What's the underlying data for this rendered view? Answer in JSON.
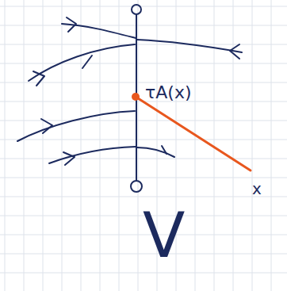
{
  "diagram": {
    "labels": [
      "τA(x)",
      "x",
      "V"
    ]
  }
}
